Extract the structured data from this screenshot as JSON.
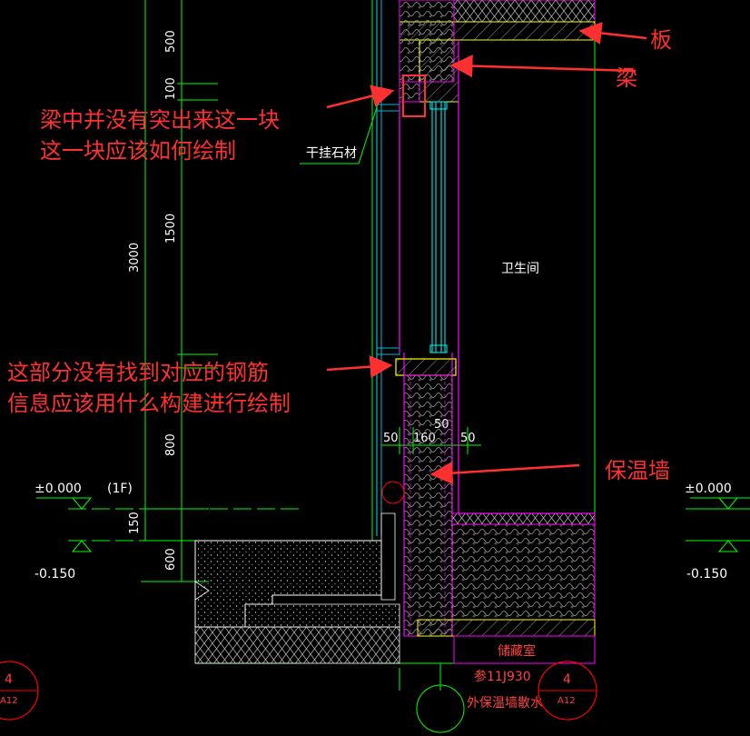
{
  "colors": {
    "background": "#000000",
    "dimension_line": "#00ff00",
    "wall_outline": "#ff00ff",
    "glass": "#00ffff",
    "structure": "#ffff00",
    "annotation_red": "#ff3030",
    "text_white": "#ffffff",
    "grid_circle": "#ff0000",
    "stone_facade": "#00bcd4",
    "insulation_fill": "#aaaaaa"
  },
  "dimensions": {
    "v_500": "500",
    "v_100": "100",
    "v_1500": "1500",
    "v_3000": "3000",
    "v_800": "800",
    "v_150": "150",
    "v_600": "600",
    "h_50_left": "50",
    "h_160": "160",
    "h_50_top": "50",
    "h_50_right": "50"
  },
  "labels": {
    "dry_stone": "干挂石材",
    "bathroom": "卫生间",
    "storage": "储藏室",
    "floor_tag": "(1F)",
    "reference": "参11J930",
    "outer_insulation": "外保温墙散水"
  },
  "elevations": {
    "left_top": "±0.000",
    "left_bottom": "-0.150",
    "right_top": "±0.000",
    "right_bottom": "-0.150"
  },
  "grid_marks": {
    "left_number": "4",
    "left_sheet": "A12",
    "right_number": "4",
    "right_sheet": "A12"
  },
  "annotations": {
    "slab": "板",
    "beam": "梁",
    "beam_question_line1": "梁中并没有突出来这一块",
    "beam_question_line2": "这一块应该如何绘制",
    "rebar_question_line1": "这部分没有找到对应的钢筋",
    "rebar_question_line2": "信息应该用什么构建进行绘制",
    "insulation_wall": "保温墙"
  }
}
